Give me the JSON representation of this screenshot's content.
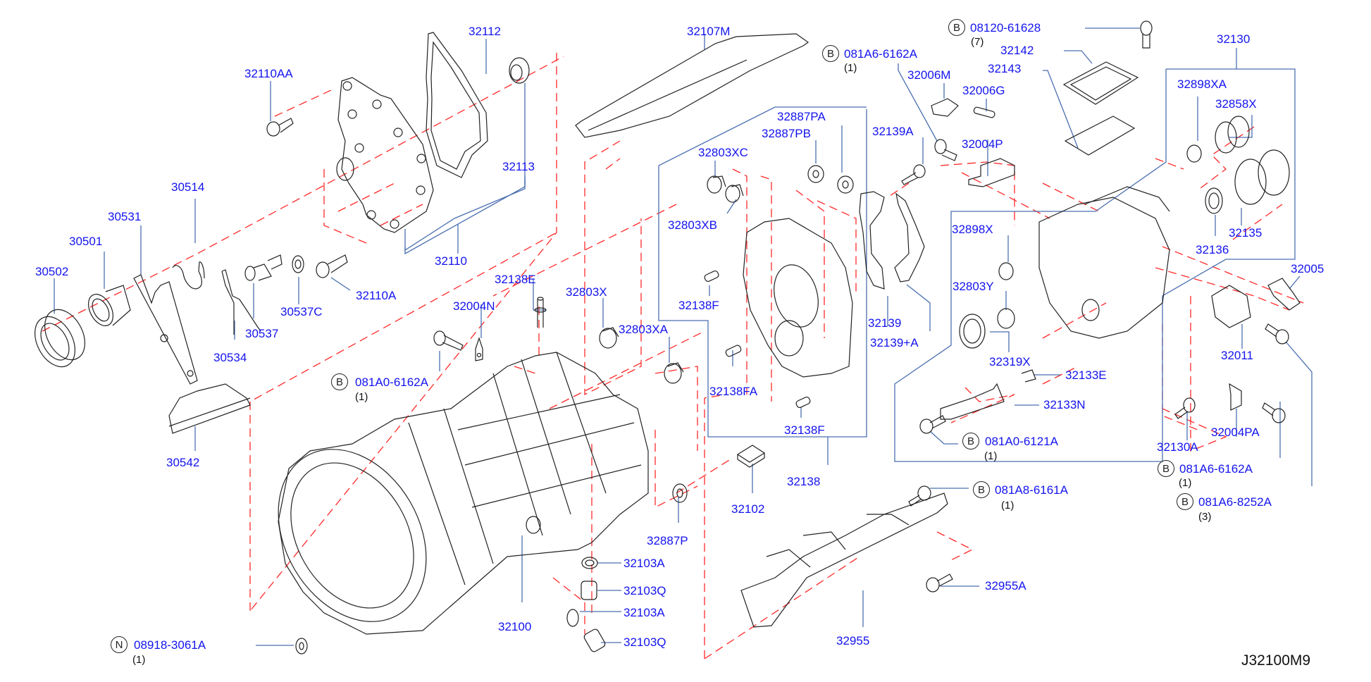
{
  "diagram": {
    "code": "J32100M9",
    "labels": [
      {
        "id": "32110AA",
        "text": "32110AA"
      },
      {
        "id": "32112",
        "text": "32112"
      },
      {
        "id": "32113",
        "text": "32113"
      },
      {
        "id": "32110",
        "text": "32110"
      },
      {
        "id": "30514",
        "text": "30514"
      },
      {
        "id": "30531",
        "text": "30531"
      },
      {
        "id": "30501",
        "text": "30501"
      },
      {
        "id": "30502",
        "text": "30502"
      },
      {
        "id": "30537C",
        "text": "30537C"
      },
      {
        "id": "32110A",
        "text": "32110A"
      },
      {
        "id": "30537",
        "text": "30537"
      },
      {
        "id": "30534",
        "text": "30534"
      },
      {
        "id": "30542",
        "text": "30542"
      },
      {
        "id": "32107M",
        "text": "32107M"
      },
      {
        "id": "32887PA",
        "text": "32887PA"
      },
      {
        "id": "32887PB",
        "text": "32887PB"
      },
      {
        "id": "32803XC",
        "text": "32803XC"
      },
      {
        "id": "32803XB",
        "text": "32803XB"
      },
      {
        "id": "32138F_a",
        "text": "32138F"
      },
      {
        "id": "32138FA",
        "text": "32138FA"
      },
      {
        "id": "32138F_b",
        "text": "32138F"
      },
      {
        "id": "32138",
        "text": "32138"
      },
      {
        "id": "32102",
        "text": "32102"
      },
      {
        "id": "32138E",
        "text": "32138E"
      },
      {
        "id": "32004N",
        "text": "32004N"
      },
      {
        "id": "32803X",
        "text": "32803X"
      },
      {
        "id": "32803XA",
        "text": "32803XA"
      },
      {
        "id": "32887P",
        "text": "32887P"
      },
      {
        "id": "32103A_a",
        "text": "32103A"
      },
      {
        "id": "32103Q_a",
        "text": "32103Q"
      },
      {
        "id": "32103A_b",
        "text": "32103A"
      },
      {
        "id": "32103Q_b",
        "text": "32103Q"
      },
      {
        "id": "32100",
        "text": "32100"
      },
      {
        "id": "32139A",
        "text": "32139A"
      },
      {
        "id": "32139",
        "text": "32139"
      },
      {
        "id": "32139+A",
        "text": "32139+A"
      },
      {
        "id": "32006M",
        "text": "32006M"
      },
      {
        "id": "32006G",
        "text": "32006G"
      },
      {
        "id": "32004P",
        "text": "32004P"
      },
      {
        "id": "32142",
        "text": "32142"
      },
      {
        "id": "32143",
        "text": "32143"
      },
      {
        "id": "32130",
        "text": "32130"
      },
      {
        "id": "32898XA",
        "text": "32898XA"
      },
      {
        "id": "32858X",
        "text": "32858X"
      },
      {
        "id": "32135",
        "text": "32135"
      },
      {
        "id": "32136",
        "text": "32136"
      },
      {
        "id": "32898X",
        "text": "32898X"
      },
      {
        "id": "32803Y",
        "text": "32803Y"
      },
      {
        "id": "32319X",
        "text": "32319X"
      },
      {
        "id": "32133E",
        "text": "32133E"
      },
      {
        "id": "32133N",
        "text": "32133N"
      },
      {
        "id": "32005",
        "text": "32005"
      },
      {
        "id": "32011",
        "text": "32011"
      },
      {
        "id": "32004PA",
        "text": "32004PA"
      },
      {
        "id": "32130A",
        "text": "32130A"
      },
      {
        "id": "32955",
        "text": "32955"
      },
      {
        "id": "32955A",
        "text": "32955A"
      }
    ],
    "fasteners": [
      {
        "id": "f1",
        "mark": "B",
        "part": "081A6-6162A",
        "qty": "(1)"
      },
      {
        "id": "f2",
        "mark": "B",
        "part": "08120-61628",
        "qty": "(7)"
      },
      {
        "id": "f3",
        "mark": "B",
        "part": "081A0-6162A",
        "qty": "(1)"
      },
      {
        "id": "f4",
        "mark": "B",
        "part": "081A0-6121A",
        "qty": "(1)"
      },
      {
        "id": "f5",
        "mark": "B",
        "part": "081A8-6161A",
        "qty": "(1)"
      },
      {
        "id": "f6",
        "mark": "B",
        "part": "081A6-6162A",
        "qty": "(1)"
      },
      {
        "id": "f7",
        "mark": "B",
        "part": "081A6-8252A",
        "qty": "(3)"
      },
      {
        "id": "f8",
        "mark": "N",
        "part": "08918-3061A",
        "qty": "(1)"
      }
    ],
    "colors": {
      "label": "#1414ee",
      "leader": "#4a6fb0",
      "dash": "#ff2a2a",
      "line": "#222222"
    }
  }
}
